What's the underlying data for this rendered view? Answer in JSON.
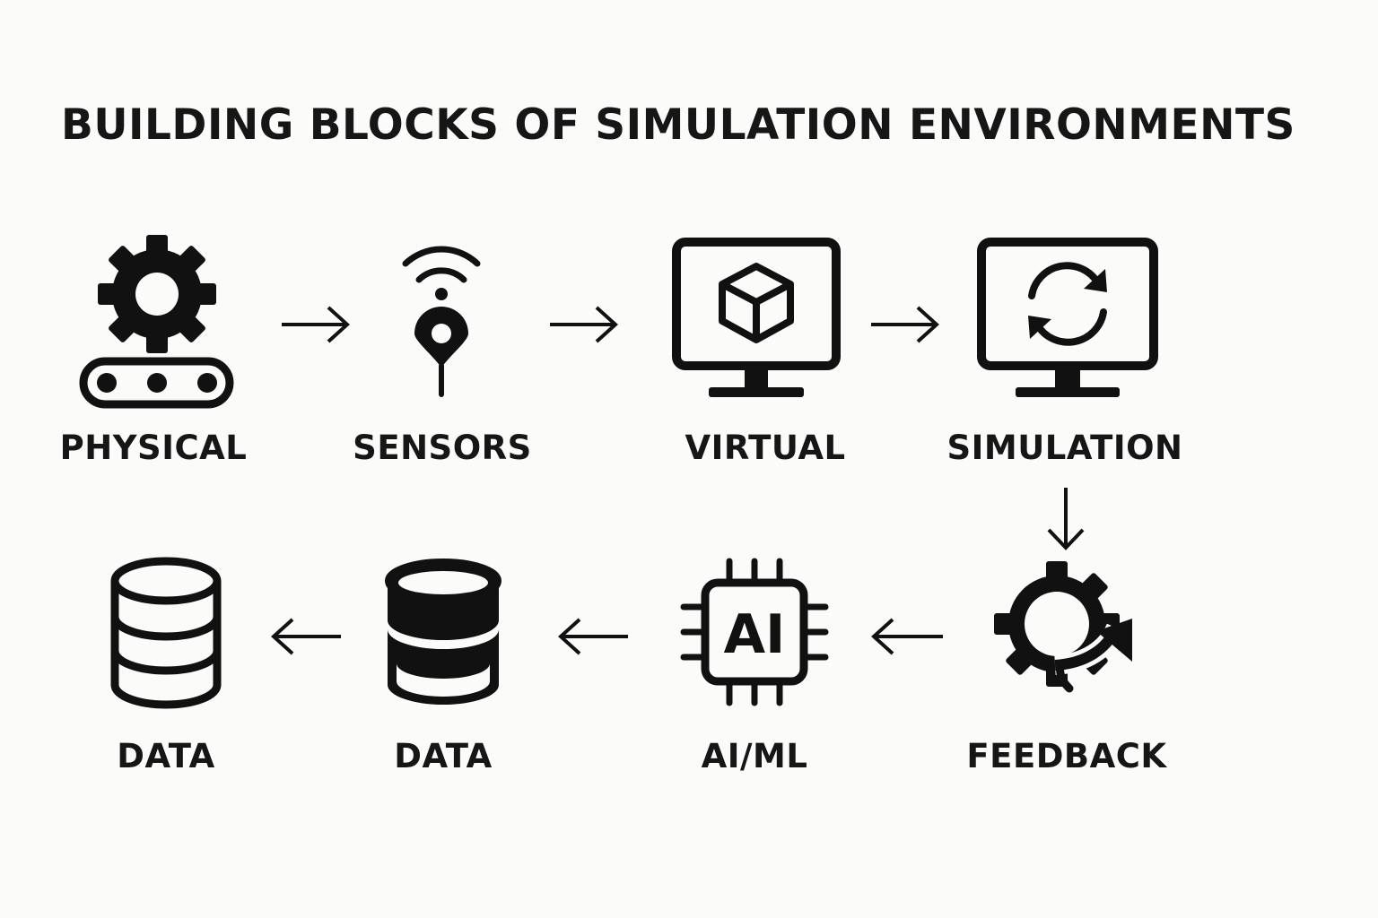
{
  "title": "BUILDING BLOCKS OF SIMULATION ENVIRONMENTS",
  "nodes": [
    {
      "id": "physical",
      "label": "PHYSICAL",
      "icon": "gear-conveyor-icon"
    },
    {
      "id": "sensors",
      "label": "SENSORS",
      "icon": "sensor-location-icon"
    },
    {
      "id": "virtual",
      "label": "VIRTUAL",
      "icon": "monitor-cube-icon"
    },
    {
      "id": "simulation",
      "label": "SIMULATION",
      "icon": "monitor-refresh-icon"
    },
    {
      "id": "feedback",
      "label": "FEEDBACK",
      "icon": "gear-cycle-arrow-icon"
    },
    {
      "id": "aiml",
      "label": "AI/ML",
      "icon": "ai-chip-icon",
      "chip_text": "AI"
    },
    {
      "id": "data2",
      "label": "DATA",
      "icon": "database-filled-icon"
    },
    {
      "id": "data1",
      "label": "DATA",
      "icon": "database-outline-icon"
    }
  ],
  "colors": {
    "background": "#fbfbf9",
    "ink": "#111111"
  }
}
